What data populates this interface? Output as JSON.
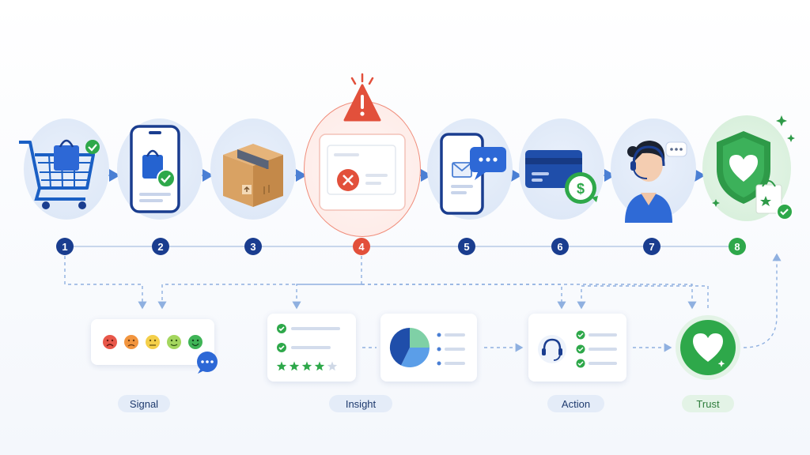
{
  "steps": [
    {
      "number": "1",
      "icon": "shopping-cart-icon"
    },
    {
      "number": "2",
      "icon": "phone-order-icon"
    },
    {
      "number": "3",
      "icon": "package-box-icon"
    },
    {
      "number": "4",
      "icon": "error-alert-icon",
      "state": "alert"
    },
    {
      "number": "5",
      "icon": "phone-message-icon"
    },
    {
      "number": "6",
      "icon": "credit-card-refund-icon"
    },
    {
      "number": "7",
      "icon": "support-agent-icon"
    },
    {
      "number": "8",
      "icon": "trust-shield-icon",
      "state": "success"
    }
  ],
  "phases": {
    "signal": "Signal",
    "insight": "Insight",
    "action": "Action",
    "trust": "Trust"
  },
  "colors": {
    "primary": "#1a3d8f",
    "alert": "#e2503b",
    "success": "#2ea84a",
    "connector": "#8fb0e0"
  },
  "feedback_faces": [
    "very-dissatisfied",
    "dissatisfied",
    "neutral",
    "satisfied",
    "very-satisfied"
  ],
  "insight_rating": {
    "stars": 4,
    "max": 5
  }
}
